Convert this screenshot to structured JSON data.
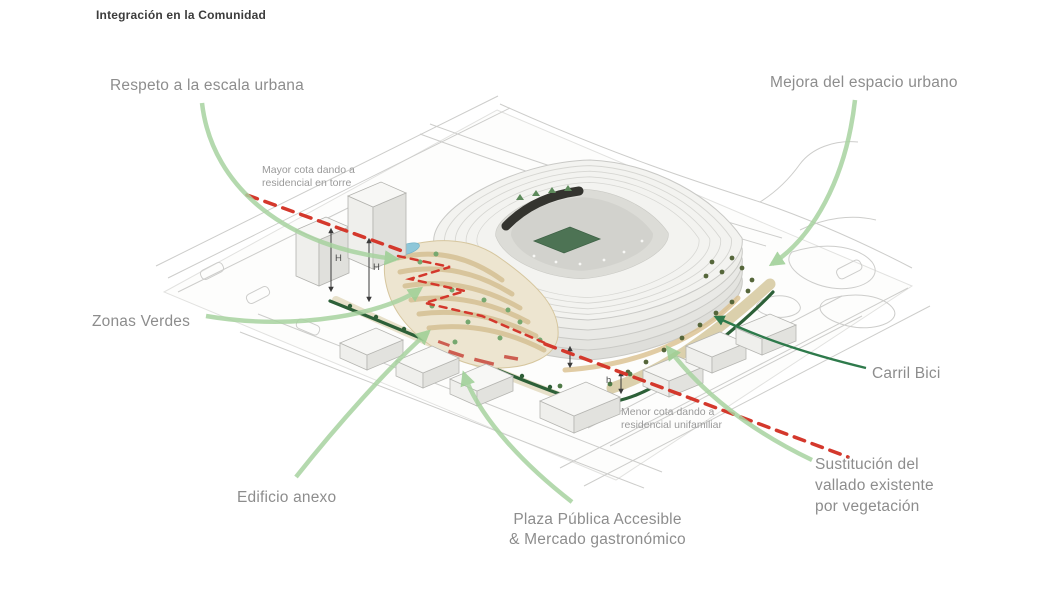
{
  "title": "Integración en la Comunidad",
  "labels": {
    "respeto": "Respeto a la escala urbana",
    "mejora": "Mejora del espacio urbano",
    "zonas_verdes": "Zonas Verdes",
    "carril_bici": "Carril Bici",
    "edificio_anexo": "Edificio anexo",
    "plaza": "Plaza Pública Accesible\n& Mercado gastronómico",
    "sustitucion": "Sustitución del\nvallado existente\npor vegetación"
  },
  "annotations": {
    "mayor_cota": "Mayor cota dando a\nresidencial en torre",
    "menor_cota": "Menor cota dando a\nresidencial unifamiliar",
    "height_tower": "H",
    "height_house": "h"
  },
  "colors": {
    "label_text": "#8d8d8d",
    "annotation_text": "#9a9a9a",
    "title_text": "#3c3c3c",
    "arrow_light_green": "#a8d3a0",
    "arrow_dark_green": "#2e7a4b",
    "sightline_red": "#d4382c",
    "vegetation_green": "#2d6038",
    "terrace_tan": "#d8c59c",
    "pitch_green": "#4d7354",
    "pool_blue": "#8ec7d9",
    "stadium_roof": "#f3f3f0"
  }
}
